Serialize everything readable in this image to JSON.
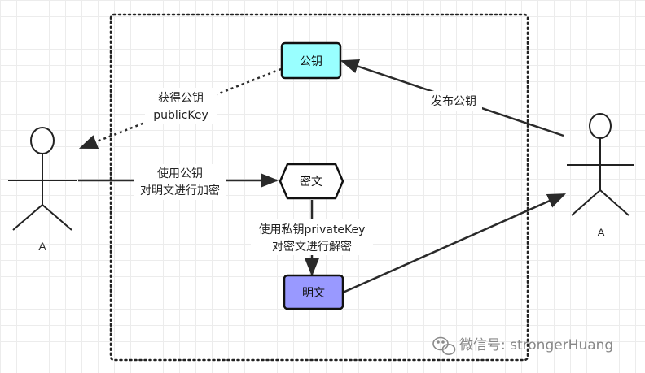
{
  "nodes": {
    "public_key": {
      "label": "公钥",
      "fill": "#99ffff"
    },
    "ciphertext": {
      "label": "密文",
      "fill": "#ffffff"
    },
    "plaintext": {
      "label": "明文",
      "fill": "#9999ff"
    }
  },
  "actors": {
    "left": {
      "label": "A"
    },
    "right": {
      "label": "A"
    }
  },
  "edges": {
    "obtain_key": {
      "line1": "获得公钥",
      "line2": "publicKey"
    },
    "publish_key": {
      "label": "发布公钥"
    },
    "encrypt": {
      "line1": "使用公钥",
      "line2": "对明文进行加密"
    },
    "decrypt": {
      "line1": "使用私钥privateKey",
      "line2": "对密文进行解密"
    }
  },
  "watermark": {
    "text": "微信号: strongerHuang",
    "icon": "wechat-icon"
  }
}
